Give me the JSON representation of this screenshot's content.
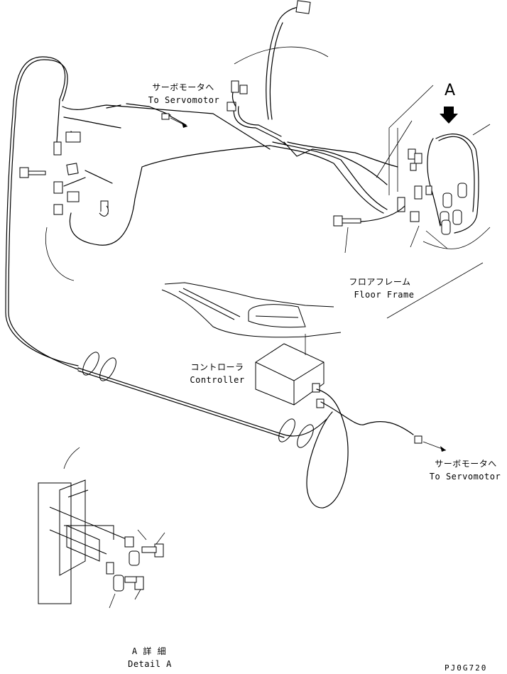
{
  "labels": {
    "servo_top_jp": "サーボモータへ",
    "servo_top_en": "To Servomotor",
    "callout_a": "A",
    "floor_frame_jp": "フロアフレーム",
    "floor_frame_en": "Floor Frame",
    "controller_jp": "コントローラ",
    "controller_en": "Controller",
    "servo_right_jp": "サーボモータへ",
    "servo_right_en": "To Servomotor",
    "detail_jp": "A 詳 細",
    "detail_en": "Detail A",
    "drawing_code": "PJ0G720"
  }
}
